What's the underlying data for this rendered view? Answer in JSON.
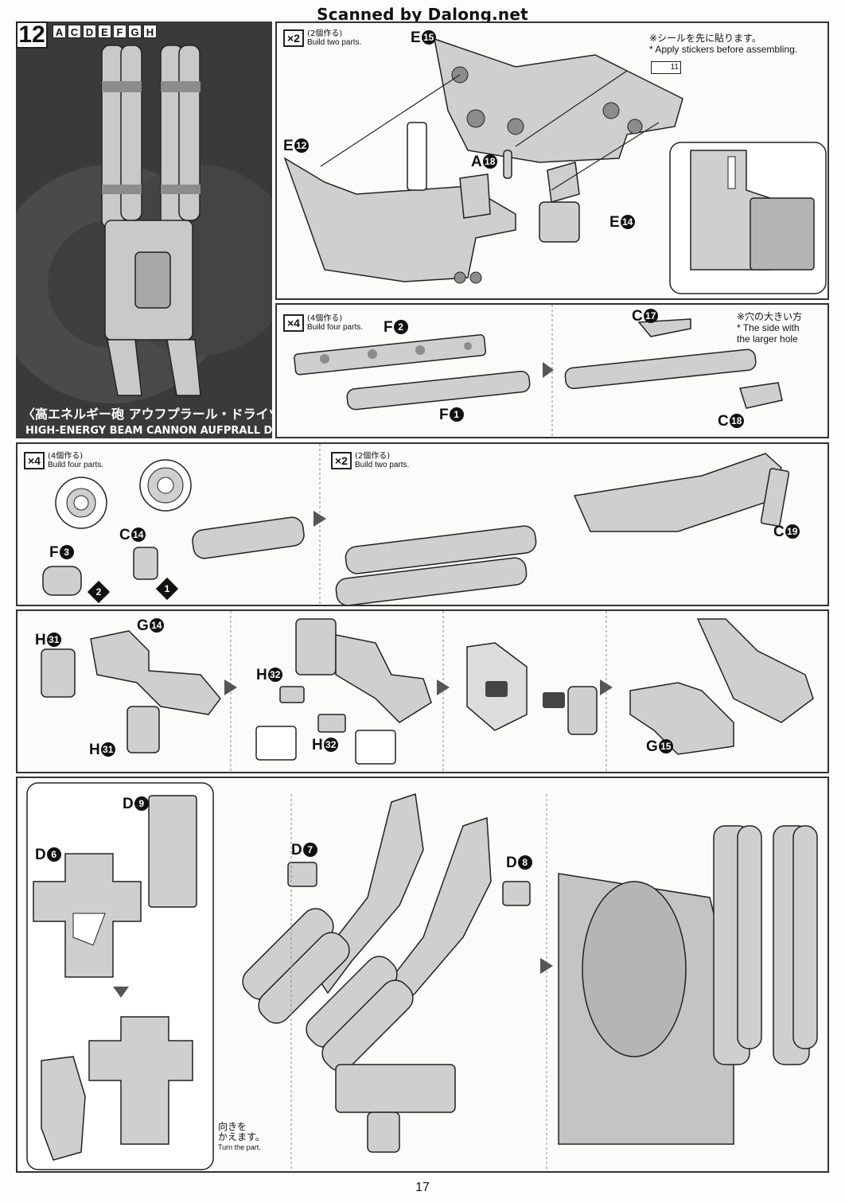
{
  "watermark": "Scanned by Dalong.net",
  "step": {
    "number": "12",
    "runners": [
      "A",
      "C",
      "D",
      "E",
      "F",
      "G",
      "H"
    ]
  },
  "hero": {
    "title_jp": "〈高エネルギー砲 アウフプラール・ドライツェーン〉",
    "title_en": "HIGH-ENERGY BEAM CANNON AUFPRALL DREIZEHN〉"
  },
  "panel1": {
    "mult_badge": "×2",
    "mult_jp": "(2個作る)",
    "mult_en": "Build two parts.",
    "sticker_note_jp": "※シールを先に貼ります。",
    "sticker_note_en": "* Apply stickers before assembling.",
    "sticker_id": "11",
    "parts": [
      {
        "letter": "E",
        "num": "15"
      },
      {
        "letter": "E",
        "num": "12"
      },
      {
        "letter": "A",
        "num": "18"
      },
      {
        "letter": "E",
        "num": "14"
      }
    ]
  },
  "panel2": {
    "mult_badge": "×4",
    "mult_jp": "(4個作る)",
    "mult_en": "Build four parts.",
    "hole_note_jp": "※穴の大きい方",
    "hole_note_en1": "* The side with",
    "hole_note_en2": "the larger hole",
    "parts": [
      {
        "letter": "F",
        "num": "2"
      },
      {
        "letter": "F",
        "num": "1"
      },
      {
        "letter": "C",
        "num": "17"
      },
      {
        "letter": "C",
        "num": "18"
      }
    ]
  },
  "panel3": {
    "left_badge": "×4",
    "left_jp": "(4個作る)",
    "left_en": "Build four parts.",
    "right_badge": "×2",
    "right_jp": "(2個作る)",
    "right_en": "Build two parts.",
    "parts": [
      {
        "letter": "F",
        "num": "3"
      },
      {
        "letter": "C",
        "num": "14"
      },
      {
        "letter": "C",
        "num": "19"
      }
    ],
    "orders": [
      "1",
      "2"
    ]
  },
  "panel4": {
    "parts": [
      {
        "letter": "H",
        "num": "31"
      },
      {
        "letter": "G",
        "num": "14"
      },
      {
        "letter": "H",
        "num": "31"
      },
      {
        "letter": "H",
        "num": "32"
      },
      {
        "letter": "H",
        "num": "32"
      },
      {
        "letter": "G",
        "num": "15"
      }
    ]
  },
  "panel5": {
    "parts": [
      {
        "letter": "D",
        "num": "9"
      },
      {
        "letter": "D",
        "num": "6"
      },
      {
        "letter": "D",
        "num": "7"
      },
      {
        "letter": "D",
        "num": "8"
      }
    ],
    "turn_jp1": "向きを",
    "turn_jp2": "かえます。",
    "turn_en": "Turn the part."
  },
  "page_number": "17",
  "colors": {
    "panel_border": "#333333",
    "part_fill": "#cfcfcf",
    "part_dark": "#8c8c8c",
    "hero_bg": "#3a3a3a"
  }
}
